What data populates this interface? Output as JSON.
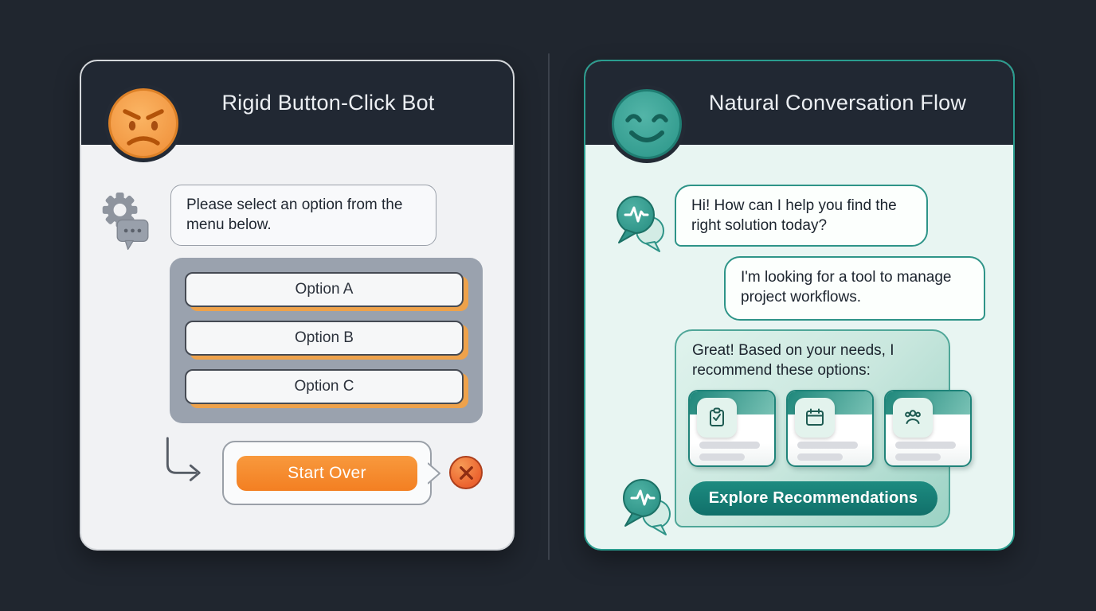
{
  "colors": {
    "background": "#20262f",
    "header_dark": "#212833",
    "divider": "#3b414b",
    "left_accent_orange": "#f3831f",
    "left_menu_gray": "#9aa2ae",
    "error_red_orange": "#ec6530",
    "right_accent_teal": "#1e877b",
    "right_body_mint": "#e8f5f2"
  },
  "left_panel": {
    "title": "Rigid Button-Click Bot",
    "header_icon": "angry-face-emoji",
    "bot_icon": "gear-chat-bubble-icon",
    "bot_message": "Please select an option from the menu below.",
    "menu": {
      "options": [
        "Option A",
        "Option B",
        "Option C"
      ]
    },
    "restart": {
      "label": "Start Over",
      "status_icon": "error-x-icon"
    }
  },
  "right_panel": {
    "title": "Natural Conversation Flow",
    "header_icon": "smiling-face-emoji",
    "bot_avatar_icon": "chat-pulse-icon",
    "messages": [
      {
        "role": "bot",
        "text": "Hi! How can I help you find the right solution today?"
      },
      {
        "role": "user",
        "text": "I'm looking for a tool to manage project workflows."
      },
      {
        "role": "bot",
        "text": "Great! Based on your needs, I recommend these options:"
      }
    ],
    "cards": [
      {
        "icon": "clipboard-check-icon"
      },
      {
        "icon": "calendar-icon"
      },
      {
        "icon": "users-icon"
      }
    ],
    "cta_label": "Explore Recommendations"
  }
}
